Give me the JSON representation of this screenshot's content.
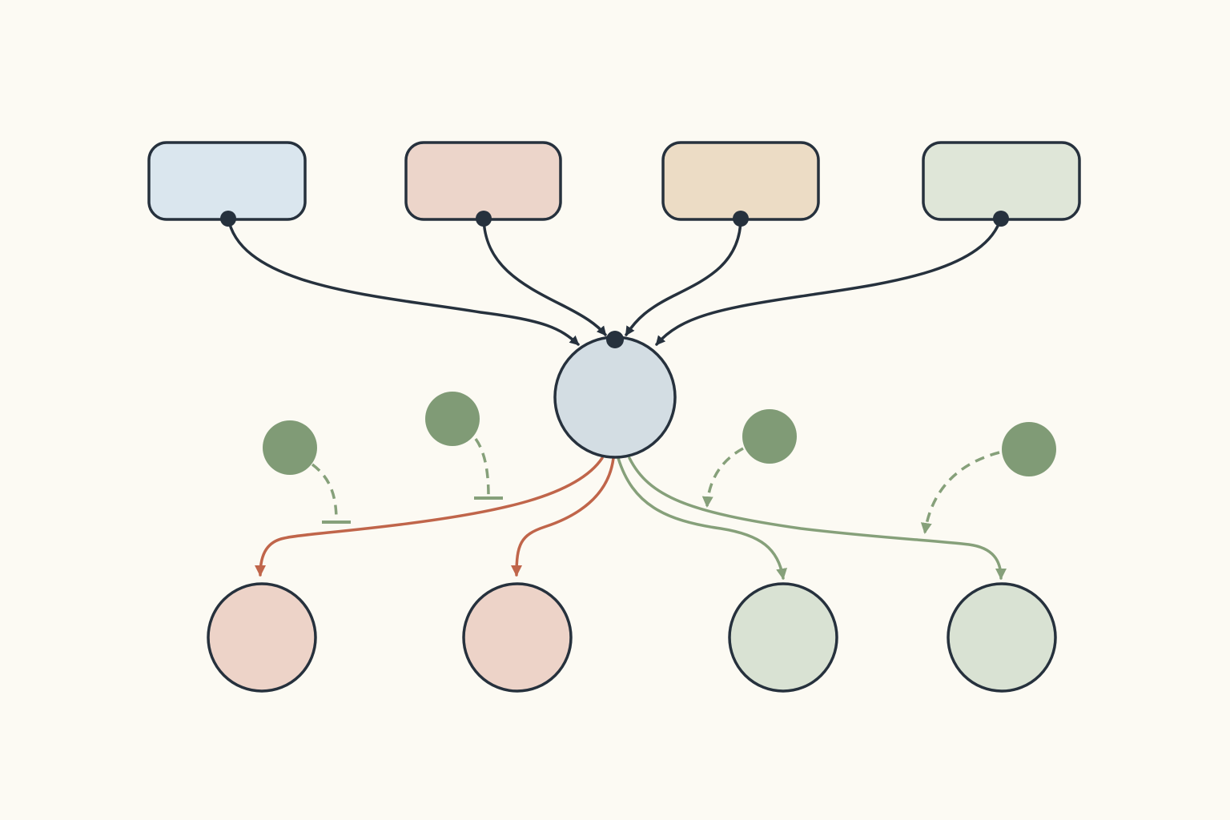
{
  "colors": {
    "background": "#fcfaf3",
    "outline": "#26313d",
    "input_blue": "#dae6ee",
    "input_pink": "#ecd5ca",
    "input_tan": "#ecdcc5",
    "input_green": "#dfe6d8",
    "hub_fill": "#d3dde3",
    "output_pink": "#edd3c8",
    "output_green": "#d9e2d3",
    "modulator_green": "#809b76",
    "inhibit_red": "#c0654a",
    "activate_green": "#86a07a"
  },
  "diagram": {
    "input_nodes": [
      {
        "id": "input-1",
        "color": "input_blue"
      },
      {
        "id": "input-2",
        "color": "input_pink"
      },
      {
        "id": "input-3",
        "color": "input_tan"
      },
      {
        "id": "input-4",
        "color": "input_green"
      }
    ],
    "hub_node": {
      "id": "hub",
      "color": "hub_fill"
    },
    "output_nodes": [
      {
        "id": "output-1",
        "color": "output_pink",
        "edge_type": "red-arrow"
      },
      {
        "id": "output-2",
        "color": "output_pink",
        "edge_type": "red-arrow"
      },
      {
        "id": "output-3",
        "color": "output_green",
        "edge_type": "green-arrow"
      },
      {
        "id": "output-4",
        "color": "output_green",
        "edge_type": "green-arrow"
      }
    ],
    "modulator_nodes": [
      {
        "id": "modulator-1",
        "effect": "inhibition"
      },
      {
        "id": "modulator-2",
        "effect": "inhibition"
      },
      {
        "id": "modulator-3",
        "effect": "activation"
      },
      {
        "id": "modulator-4",
        "effect": "activation"
      }
    ]
  }
}
